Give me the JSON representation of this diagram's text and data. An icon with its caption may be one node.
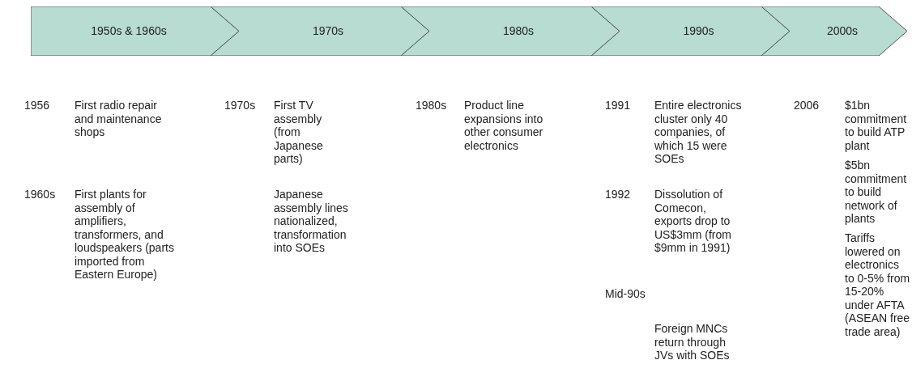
{
  "diagram": {
    "nodes": [
      {
        "text": [
          "1950s & 1960s"
        ]
      },
      {
        "text": [
          "1970s"
        ]
      },
      {
        "text": [
          "1980s"
        ]
      },
      {
        "text": [
          "1990s"
        ]
      },
      {
        "text": [
          "2000s"
        ]
      }
    ],
    "labels": [
      "1956",
      "First radio repair and maintenance shops",
      "1960s",
      "First plants for assembly of amplifiers, transformers, and loudspeakers (parts imported from Eastern Europe)",
      "1970s",
      "First TV assembly (from Japanese parts)",
      "Japanese assembly lines nationalized, transformation into SOEs",
      "1980s",
      "Product line expansions into other consumer electronics",
      "1991",
      "Entire electronics cluster only 40 companies, of which 15 were SOEs",
      "1992",
      "Dissolution of Comecon, exports drop to US$3mm (from $9mm in 1991)",
      "Mid-90s",
      "Foreign MNCs return through JVs with SOEs",
      "2006",
      "$1bn commitment to build ATP plant",
      "$5bn commitment to build network of plants",
      "Tariffs lowered on electronics to 0-5% from 15-20% under AFTA (ASEAN free trade area)"
    ]
  }
}
